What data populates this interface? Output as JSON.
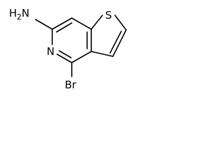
{
  "molecule": {
    "atoms": {
      "sulfur": "S",
      "nitrogen": "N",
      "bromine": "Br",
      "amine_main": "NH",
      "amine_sub": "2",
      "amine_prefix": "H",
      "amine_n": "N"
    }
  }
}
